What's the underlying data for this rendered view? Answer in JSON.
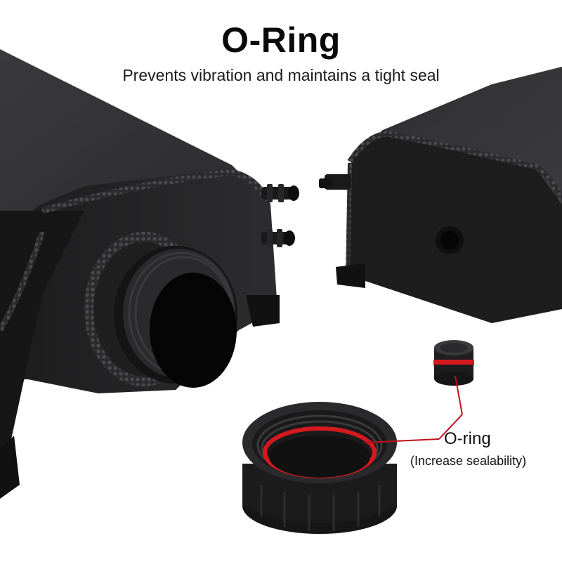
{
  "header": {
    "title": "O-Ring",
    "subtitle": "Prevents vibration and maintains a tight seal"
  },
  "callout": {
    "label": "O-ring",
    "note": "(Increase sealability)",
    "line_color": "#c0101a"
  },
  "colors": {
    "background": "#ffffff",
    "tank_body": "#1e1e1f",
    "seal_red": "#d41a1f"
  }
}
